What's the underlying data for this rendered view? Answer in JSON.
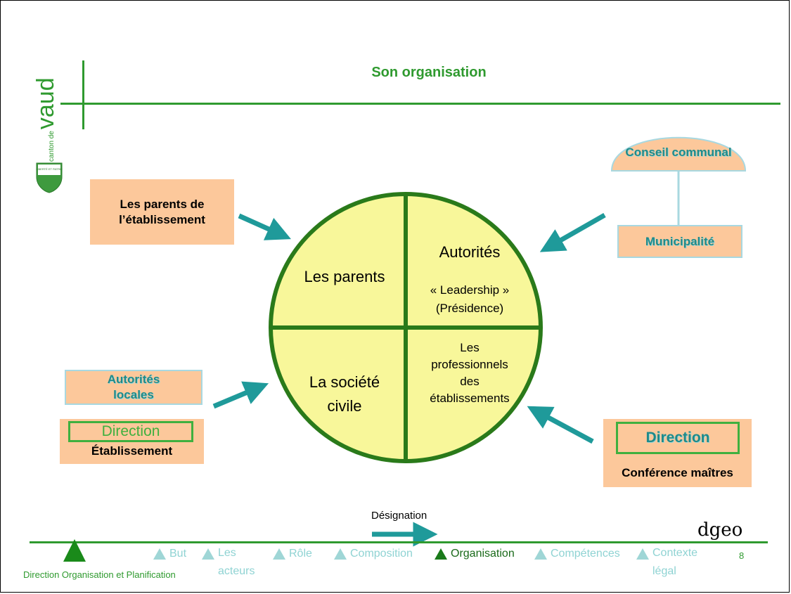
{
  "slide": {
    "title": "Son organisation",
    "logo_text_small": "canton de",
    "logo_text_big": "vaud",
    "shield_text": "LIBERTÉ ET PATRIE",
    "brand": "dgeo",
    "page_number": "8",
    "footer_org": "Direction Organisation et Planification"
  },
  "circle": {
    "q1": "Les parents",
    "q2_title": "Autorités",
    "q2_line1": "« Leadership »",
    "q2_line2": "(Présidence)",
    "q3_line1": "La société",
    "q3_line2": "civile",
    "q4_line1": "Les",
    "q4_line2": "professionnels",
    "q4_line3": "des",
    "q4_line4": "établissements"
  },
  "boxes": {
    "parents_line1": "Les parents de",
    "parents_line2": "l’établissement",
    "conseil": "Conseil communal",
    "municipalite": "Municipalité",
    "autorites_line1": "Autorités",
    "autorites_line2": "locales",
    "direction_left": "Direction",
    "etablissement": "Établissement",
    "direction_right": "Direction",
    "conference": "Conférence maîtres"
  },
  "legend": {
    "designation": "Désignation"
  },
  "nav": [
    {
      "label": "But",
      "active": false
    },
    {
      "label": "Les acteurs",
      "active": false
    },
    {
      "label": "Rôle",
      "active": false
    },
    {
      "label": "Composition",
      "active": false
    },
    {
      "label": "Organisation",
      "active": true
    },
    {
      "label": "Compétences",
      "active": false
    },
    {
      "label": "Contexte légal",
      "active": false
    }
  ],
  "colors": {
    "green": "#2f9a2f",
    "teal_arrow": "#1f9a9a",
    "box_fill": "#fcc89b",
    "circle_fill": "#f8f79a"
  }
}
